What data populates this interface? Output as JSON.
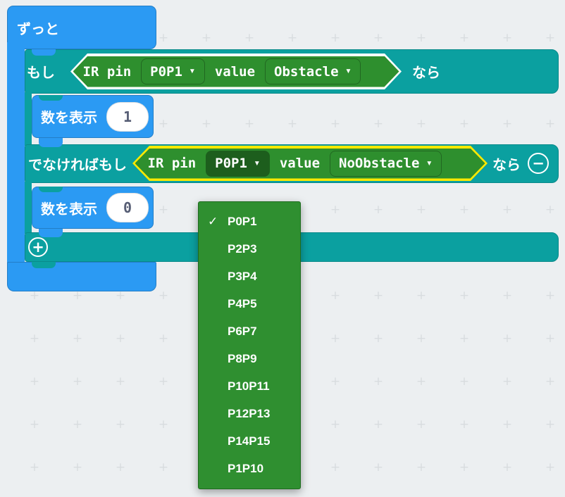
{
  "colors": {
    "workspace_bg": "#eceff1",
    "grid_cross": "#d8dcdf",
    "basic_blue": "#2b9af3",
    "logic_teal": "#0ba0a0",
    "extension_green": "#2e8f2e",
    "pressed_field_green": "#1d5e1d",
    "selected_highlight_yellow": "#ffe900",
    "hexagon_outline_white": "#ffffff",
    "bubble_text": "#575e75"
  },
  "forever_block": {
    "label": "ずっと"
  },
  "if_block": {
    "if_label": "もし",
    "then_label_1": "なら",
    "else_if_label": "でなければもし",
    "then_label_2": "なら",
    "conditions": [
      {
        "prefix": "IR pin",
        "pin": "P0P1",
        "value_label": "value",
        "state": "Obstacle"
      },
      {
        "prefix": "IR pin",
        "pin": "P0P1",
        "value_label": "value",
        "state": "NoObstacle"
      }
    ],
    "branches": [
      {
        "label": "数を表示",
        "value": "1"
      },
      {
        "label": "数を表示",
        "value": "0"
      }
    ]
  },
  "icons": {
    "caret": "▼",
    "check": "✓",
    "plus": "+",
    "minus": "−"
  },
  "dropdown": {
    "selected": "P0P1",
    "items": [
      "P0P1",
      "P2P3",
      "P3P4",
      "P4P5",
      "P6P7",
      "P8P9",
      "P10P11",
      "P12P13",
      "P14P15",
      "P1P10"
    ]
  }
}
